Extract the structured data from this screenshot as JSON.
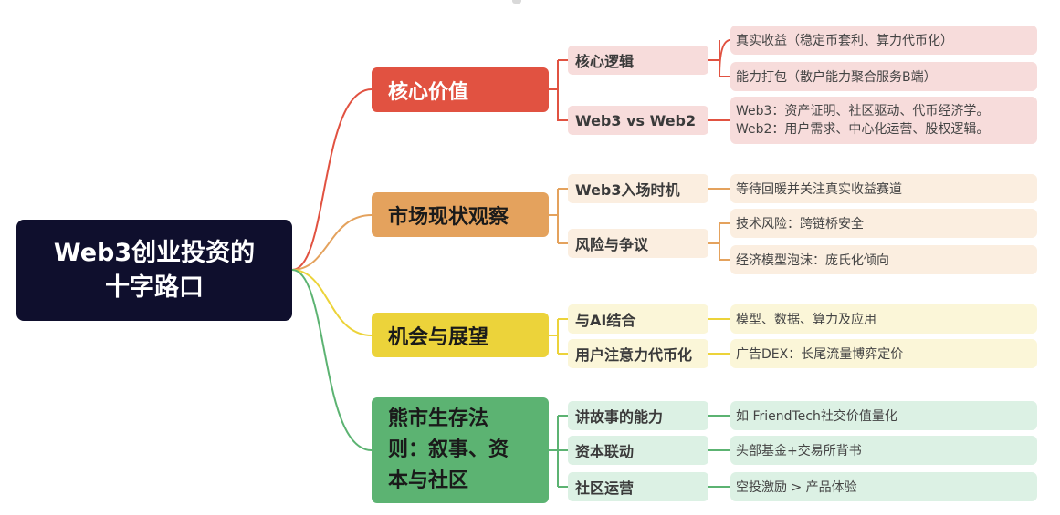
{
  "colors": {
    "root": "#0f0f2d",
    "red": "#e15241",
    "orange": "#e4a25d",
    "yellow": "#ecd33a",
    "green": "#5cb372"
  },
  "root": {
    "line1": "Web3创业投资的",
    "line2": "十字路口"
  },
  "branches": [
    {
      "label": "核心价值",
      "children": [
        {
          "label": "核心逻辑",
          "leaves": [
            "真实收益（稳定币套利、算力代币化）",
            "能力打包（散户能力聚合服务B端）"
          ]
        },
        {
          "label": "Web3 vs Web2",
          "leaves": [
            "Web3：资产证明、社区驱动、代币经济学。",
            "Web2：用户需求、中心化运营、股权逻辑。"
          ]
        }
      ]
    },
    {
      "label": "市场现状观察",
      "children": [
        {
          "label": "Web3入场时机",
          "leaves": [
            "等待回暖并关注真实收益赛道"
          ]
        },
        {
          "label": "风险与争议",
          "leaves": [
            "技术风险：跨链桥安全",
            "经济模型泡沫：庞氏化倾向"
          ]
        }
      ]
    },
    {
      "label": "机会与展望",
      "children": [
        {
          "label": "与AI结合",
          "leaves": [
            "模型、数据、算力及应用"
          ]
        },
        {
          "label": "用户注意力代币化",
          "leaves": [
            "广告DEX：长尾流量博弈定价"
          ]
        }
      ]
    },
    {
      "label_lines": [
        "熊市生存法",
        "则：叙事、资",
        "本与社区"
      ],
      "children": [
        {
          "label": "讲故事的能力",
          "leaves": [
            "如 FriendTech社交价值量化"
          ]
        },
        {
          "label": "资本联动",
          "leaves": [
            "头部基金+交易所背书"
          ]
        },
        {
          "label": "社区运营",
          "leaves": [
            "空投激励 > 产品体验"
          ]
        }
      ]
    }
  ]
}
